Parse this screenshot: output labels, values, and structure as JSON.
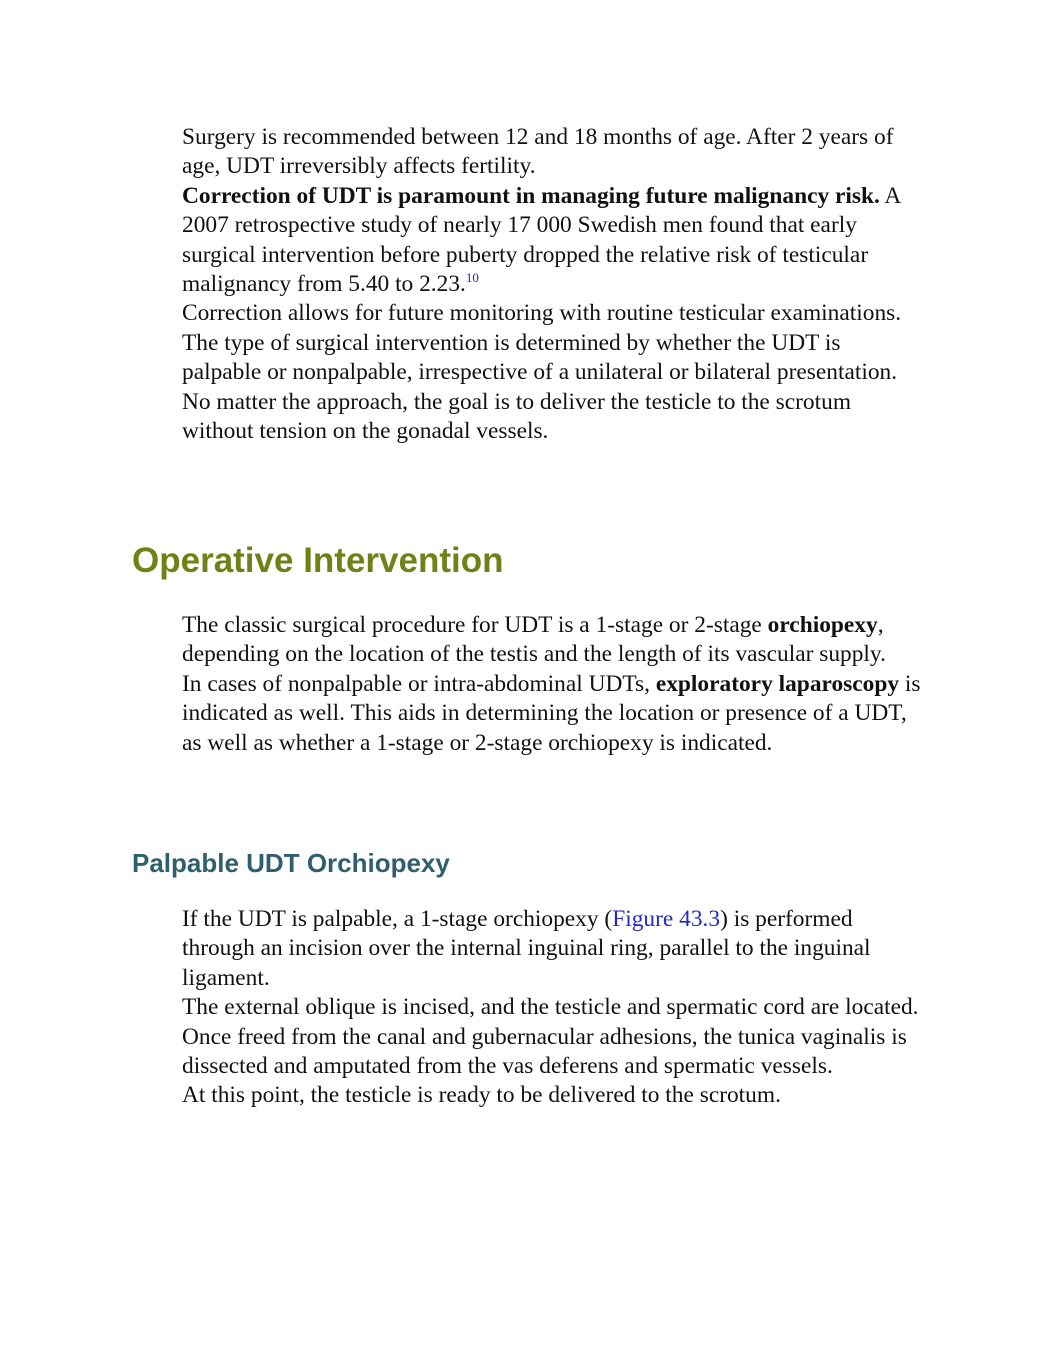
{
  "intro": {
    "p1": "Surgery is recommended between 12 and 18 months of age. After 2 years of age, UDT irreversibly affects fertility.",
    "p2_bold": "Correction of UDT is paramount in managing future malignancy risk.",
    "p2_text": " A 2007 retrospective study of nearly 17 000 Swedish men found that early surgical intervention before puberty dropped the relative risk of testicular malignancy from 5.40 to 2.23.",
    "p2_footnote": "10",
    "p3": "Correction allows for future monitoring with routine testicular examinations.",
    "p4": "The type of surgical intervention is determined by whether the UDT is palpable or nonpalpable, irrespective of a unilateral or bilateral presentation.",
    "p5": "No matter the approach, the goal is to deliver the testicle to the scrotum without tension on the gonadal vessels."
  },
  "operative": {
    "heading": "Operative Intervention",
    "p1_a": "The classic surgical procedure for UDT is a 1-stage or 2-stage ",
    "p1_bold": "orchiopexy",
    "p1_b": ", depending on the location of the testis and the length of its vascular supply.",
    "p2_a": "In cases of nonpalpable or intra-abdominal UDTs, ",
    "p2_bold": "exploratory laparoscopy",
    "p2_b": " is indicated as well. This aids in determining the location or presence of a UDT, as well as whether a 1-stage or 2-stage orchiopexy is indicated."
  },
  "palpable": {
    "heading": "Palpable UDT Orchiopexy",
    "p1_a": "If the UDT is palpable, a 1-stage orchiopexy (",
    "p1_link": "Figure 43.3",
    "p1_b": ") is performed through an incision over the internal inguinal ring, parallel to the inguinal ligament.",
    "p2": "The external oblique is incised, and the testicle and spermatic cord are located.",
    "p3": "Once freed from the canal and gubernacular adhesions, the tunica vaginalis is dissected and amputated from the vas deferens and spermatic vessels.",
    "p4": "At this point, the testicle is ready to be delivered to the scrotum."
  },
  "colors": {
    "heading_green": "#6f8218",
    "heading_teal": "#2f5f6f",
    "link_blue": "#2626c8"
  }
}
